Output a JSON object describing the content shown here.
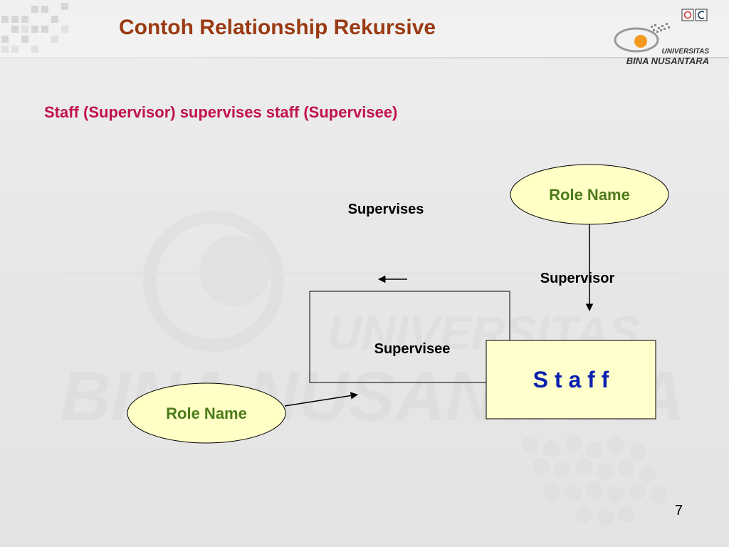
{
  "slide": {
    "title": "Contoh Relationship Rekursive",
    "subtitle": "Staff (Supervisor) supervises staff (Supervisee)",
    "page_number": "7"
  },
  "logo": {
    "line1": "UNIVERSITAS",
    "line2": "BINA NUSANTARA",
    "watermark_line1": "UNIVERSITAS",
    "watermark_line2": "BINA NUSANTARA"
  },
  "diagram": {
    "entity": {
      "label": "S t a f f"
    },
    "role_top": {
      "label": "Role Name"
    },
    "role_bottom": {
      "label": "Role Name"
    },
    "relationship_label": "Supervises",
    "supervisor_label": "Supervisor",
    "supervisee_label": "Supervisee"
  },
  "colors": {
    "title": "#9a3a12",
    "subtitle": "#c2124a",
    "role_fill": "#ffffc6",
    "role_text": "#4d7a1a",
    "entity_fill": "#ffffcc",
    "entity_text": "#0a1fb0",
    "logo_orange": "#f39a1e"
  }
}
